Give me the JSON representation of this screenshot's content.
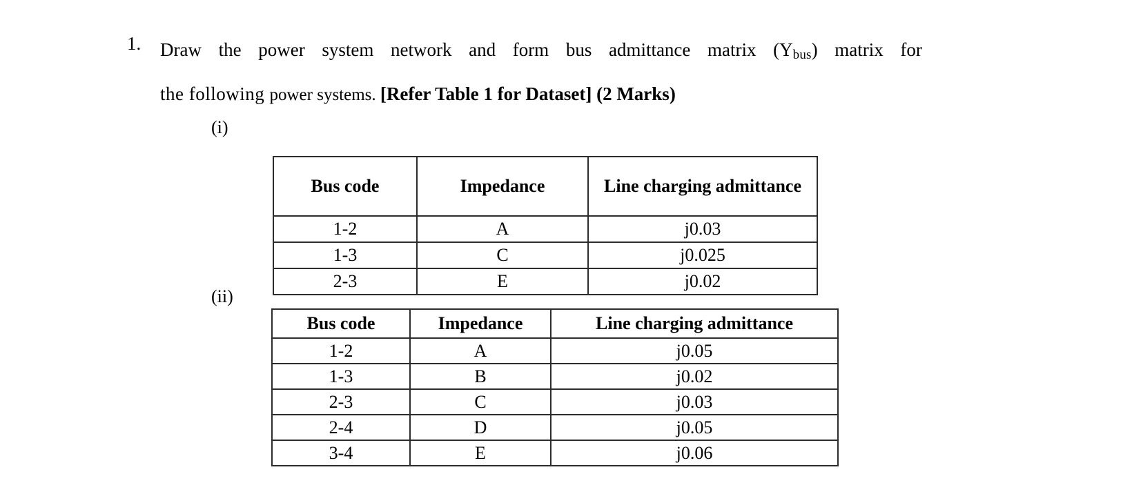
{
  "question": {
    "number": "1.",
    "line1_segments": [
      "Draw",
      "the",
      "power",
      "system",
      "network",
      "and",
      "form",
      "bus",
      "admittance",
      "matrix",
      "(Y",
      "bus",
      ")",
      "matrix",
      "for"
    ],
    "line1_prefix": "Draw   the   power   system   network   and   form   bus   admittance   matrix   (Y",
    "line1_subscript": "bus",
    "line1_suffix": ")   matrix   for",
    "line2_part1": "the  following ",
    "line2_part2": "power systems. ",
    "line2_bold": "[Refer Table 1 for Dataset] (2 Marks)",
    "label_i": "(i)",
    "label_ii": "(ii)"
  },
  "table_1": {
    "headers": [
      "Bus code",
      "Impedance",
      "Line charging admittance"
    ],
    "rows": [
      [
        "1-2",
        "A",
        "j0.03"
      ],
      [
        "1-3",
        "C",
        "j0.025"
      ],
      [
        "2-3",
        "E",
        "j0.02"
      ]
    ]
  },
  "table_2": {
    "headers": [
      "Bus code",
      "Impedance",
      "Line charging admittance"
    ],
    "rows": [
      [
        "1-2",
        "A",
        "j0.05"
      ],
      [
        "1-3",
        "B",
        "j0.02"
      ],
      [
        "2-3",
        "C",
        "j0.03"
      ],
      [
        "2-4",
        "D",
        "j0.05"
      ],
      [
        "3-4",
        "E",
        "j0.06"
      ]
    ]
  }
}
